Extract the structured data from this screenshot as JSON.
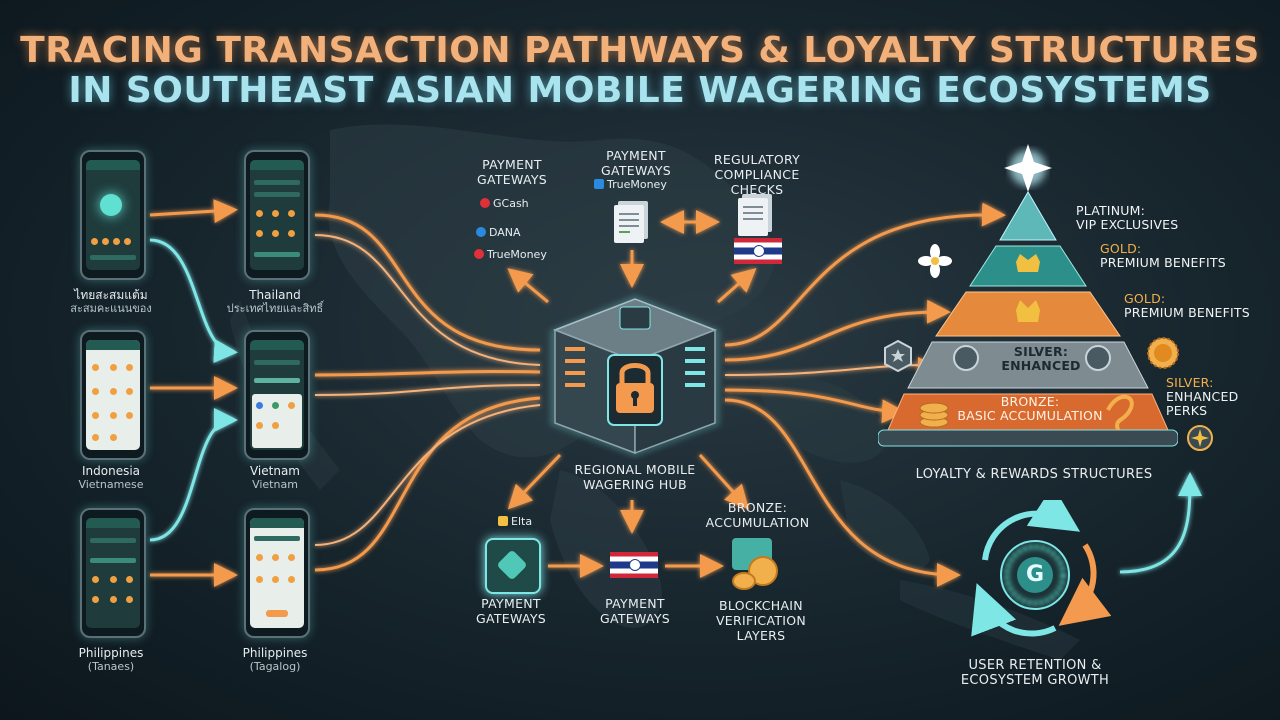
{
  "title": {
    "line1": "TRACING TRANSACTION PATHWAYS & LOYALTY STRUCTURES",
    "line2": "IN SOUTHEAST ASIAN MOBILE WAGERING ECOSYSTEMS"
  },
  "phones": {
    "left_top": {
      "label": "ไทยสะสมแต้ม",
      "sub": "สะสมคะแนนของ"
    },
    "mid_top": {
      "label": "Thailand",
      "sub": "ประเทศไทยและสิทธิ์"
    },
    "left_mid": {
      "label": "Indonesia",
      "sub": "Vietnamese"
    },
    "mid_mid": {
      "label": "Vietnam",
      "sub": "Vietnam"
    },
    "left_bot": {
      "label": "Philippines",
      "sub": "(Tanaes)"
    },
    "mid_bot": {
      "label": "Philippines",
      "sub": "(Tagalog)"
    }
  },
  "payment_gateways_left": {
    "label": "PAYMENT GATEWAYS",
    "brands": [
      "GCash",
      "DANA",
      "TrueMoney"
    ]
  },
  "payment_gateways_top": {
    "label": "PAYMENT GATEWAYS",
    "brand": "TrueMoney"
  },
  "regulatory": {
    "label": "REGULATORY COMPLIANCE CHECKS"
  },
  "hub": {
    "label": "REGIONAL MOBILE WAGERING HUB"
  },
  "bottom_nodes": {
    "elta": "Elta",
    "gateway_a": "PAYMENT GATEWAYS",
    "gateway_b": "PAYMENT GATEWAYS",
    "bronze": "BRONZE: ACCUMULATION",
    "blockchain": "BLOCKCHAIN VERIFICATION LAYERS"
  },
  "pyramid": {
    "tiers": [
      {
        "name": "PLATINUM:",
        "desc": "VIP EXCLUSIVES"
      },
      {
        "name": "GOLD:",
        "desc": "PREMIUM BENEFITS"
      },
      {
        "name": "GOLD:",
        "desc": "PREMIUM BENEFITS"
      },
      {
        "name": "SILVER:",
        "desc": "ENHANCED"
      },
      {
        "name": "BRONZE:",
        "desc": "BASIC ACCUMULATION"
      }
    ],
    "side_silver": {
      "name": "SILVER:",
      "desc": "ENHANCED PERKS"
    },
    "caption": "LOYALTY & REWARDS STRUCTURES"
  },
  "retention": {
    "label": "USER RETENTION & ECOSYSTEM GROWTH",
    "center_glyph": "G"
  },
  "colors": {
    "orange": "#f39a4e",
    "cyan": "#7fe6e6",
    "teal": "#2d8f8a",
    "gold": "#f2b04c"
  }
}
